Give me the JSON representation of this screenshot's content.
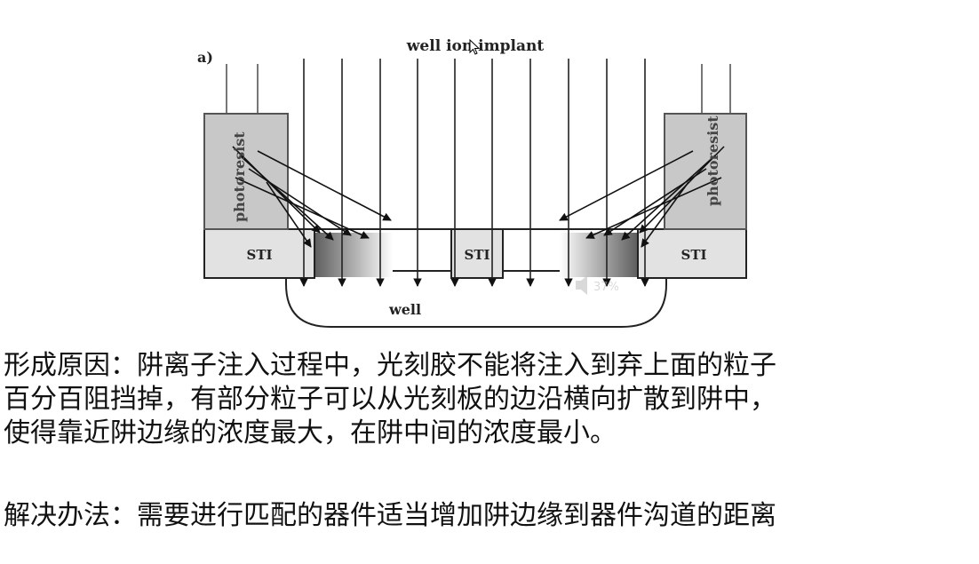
{
  "diagram": {
    "panel_label": "a)",
    "beam_label": "well ion implant",
    "left_resist_label": "photoresist",
    "right_resist_label": "photoresist",
    "sti_left": "STI",
    "sti_center": "STI",
    "sti_right": "STI",
    "well_label": "well",
    "video_volume_overlay": "37%",
    "colors": {
      "resist": "#c8c8c8",
      "sti": "#e2e2e2",
      "line": "#222222",
      "beam": "#555555",
      "gradient_dark": "#666666"
    }
  },
  "text": {
    "cause_lines": [
      "形成原因：阱离子注入过程中，光刻胶不能将注入到弃上面的粒子",
      "百分百阻挡掉，有部分粒子可以从光刻板的边沿横向扩散到阱中，",
      "使得靠近阱边缘的浓度最大，在阱中间的浓度最小。"
    ],
    "solution": "解决办法：需要进行匹配的器件适当增加阱边缘到器件沟道的距离"
  }
}
